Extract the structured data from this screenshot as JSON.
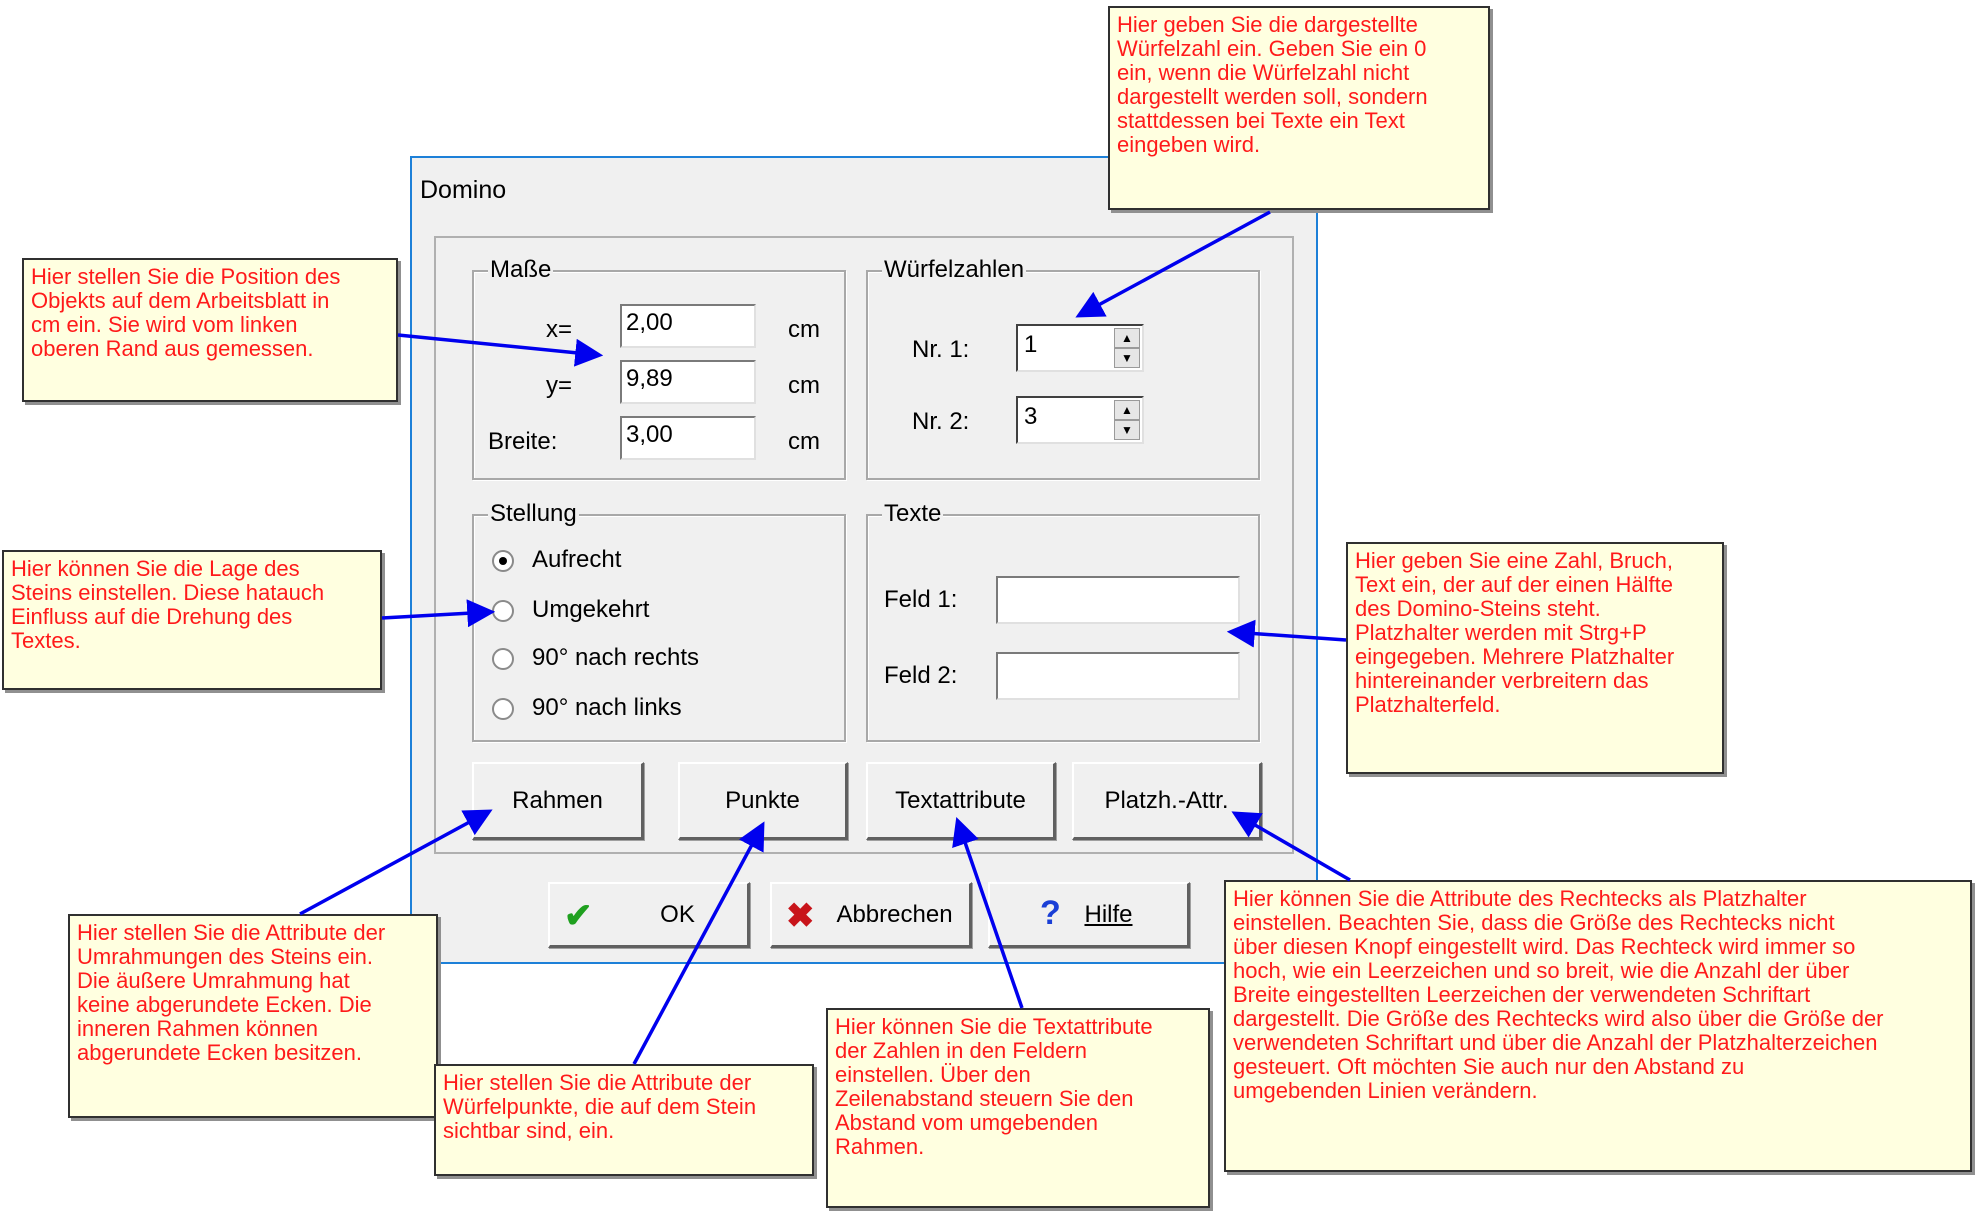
{
  "dialog": {
    "title": "Domino",
    "masse": {
      "title": "Maße",
      "x_label": "x=",
      "x_value": "2,00",
      "y_label": "y=",
      "y_value": "9,89",
      "breite_label": "Breite:",
      "breite_value": "3,00",
      "unit": "cm"
    },
    "wuerfel": {
      "title": "Würfelzahlen",
      "nr1_label": "Nr. 1:",
      "nr1_value": "1",
      "nr2_label": "Nr. 2:",
      "nr2_value": "3"
    },
    "stellung": {
      "title": "Stellung",
      "options": [
        "Aufrecht",
        "Umgekehrt",
        "90° nach rechts",
        "90° nach links"
      ],
      "selected": "Aufrecht"
    },
    "texte": {
      "title": "Texte",
      "feld1_label": "Feld 1:",
      "feld1_value": "",
      "feld2_label": "Feld 2:",
      "feld2_value": ""
    },
    "buttons": {
      "rahmen": "Rahmen",
      "punkte": "Punkte",
      "textattribute": "Textattribute",
      "platzh": "Platzh.-Attr."
    },
    "footer": {
      "ok": "OK",
      "cancel": "Abbrechen",
      "help": "Hilfe"
    }
  },
  "callouts": {
    "wuerfelzahl": "Hier geben Sie die dargestellte\nWürfelzahl ein. Geben Sie ein 0\nein, wenn die Würfelzahl nicht\ndargestellt werden soll, sondern\nstattdessen bei Texte ein Text\neingeben wird.",
    "position": "Hier stellen Sie die Position des\nObjekts auf dem Arbeitsblatt in\ncm ein. Sie wird vom linken\noberen Rand aus gemessen.",
    "lage": "Hier können Sie die Lage des\nSteins einstellen. Diese hatauch\nEinfluss auf die Drehung des\nTextes.",
    "texte": "Hier geben Sie eine Zahl, Bruch,\nText ein, der auf der einen Hälfte\ndes Domino-Steins steht.\nPlatzhalter werden mit Strg+P\neingegeben. Mehrere Platzhalter\nhintereinander verbreitern das\nPlatzhalterfeld.",
    "rahmen": "Hier stellen Sie die Attribute der\nUmrahmungen des Steins ein.\nDie äußere Umrahmung hat\nkeine abgerundete Ecken. Die\ninneren Rahmen können\nabgerundete Ecken besitzen.",
    "punkte": "Hier stellen Sie die Attribute der\nWürfelpunkte, die auf dem Stein\nsichtbar sind, ein.",
    "textattribute": "Hier können Sie die Textattribute\nder Zahlen in den Feldern\neinstellen. Über den\nZeilenabstand steuern Sie den\nAbstand vom umgebenden\nRahmen.",
    "platzh": "Hier können Sie die Attribute des Rechtecks als Platzhalter\neinstellen. Beachten Sie, dass die Größe des Rechtecks nicht\nüber diesen Knopf eingestellt wird. Das Rechteck wird immer so\nhoch, wie ein Leerzeichen und so breit, wie die Anzahl der über\nBreite eingestellten Leerzeichen der verwendeten Schriftart\ndargestellt. Die Größe des Rechtecks wird also über die Größe der\nverwendeten Schriftart und über die Anzahl der Platzhalterzeichen\ngesteuert. Oft möchten Sie auch nur den Abstand zu\numgebenden Linien verändern."
  },
  "colors": {
    "callout_text": "#ff1a1a",
    "callout_bg": "#ffffe0",
    "arrow": "#0000ee",
    "dialog_border": "#1d80d8"
  },
  "icons": {
    "ok": "check-icon",
    "cancel": "x-icon",
    "help": "question-icon"
  }
}
